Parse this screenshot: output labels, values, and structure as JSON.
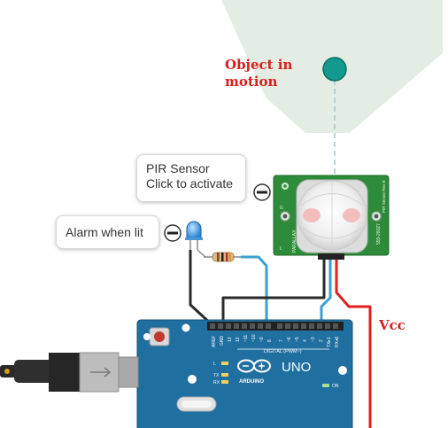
{
  "annotations": {
    "object_label_line1": "Object in",
    "object_label_line2": "motion",
    "vcc_label": "Vcc"
  },
  "callouts": {
    "pir": {
      "line1": "PIR Sensor",
      "line2": "Click to activate"
    },
    "alarm": {
      "text": "Alarm when lit"
    }
  },
  "arduino": {
    "logo_text": "UNO",
    "brand_text": "ARDUINO",
    "digital_label": "DIGITAL (PWM~)",
    "aref_label": "AREF",
    "gnd_label": "GND",
    "pin_labels": [
      "13",
      "12",
      "~11",
      "~10",
      "~9",
      "8",
      "7",
      "~6",
      "~5",
      "4",
      "~3",
      "2",
      "TX▸1",
      "RX◂0"
    ],
    "tx_label": "TX",
    "rx_label": "RX",
    "l_label": "L",
    "on_label": "ON"
  },
  "pir_board": {
    "left_text": "PARALLAX",
    "right_text": "555-28027",
    "right_text2": "PIR Sensor Rev B",
    "pin_g": "G",
    "pin_v": "V",
    "pin_o": "O"
  },
  "colors": {
    "board_blue": "#1f6fa1",
    "sensor_green": "#2e8b3a",
    "wire_red": "#e02020",
    "wire_blue": "#3aa0d0",
    "wire_black": "#2a2a2a",
    "motion_cone": "#e3ede3",
    "object_dot": "#139a8e",
    "label_red": "#d81e1e"
  },
  "icons": [
    "minus-circle-icon",
    "led-icon",
    "resistor-icon",
    "object-dot-icon",
    "usb-plug-icon",
    "reset-button-icon"
  ]
}
